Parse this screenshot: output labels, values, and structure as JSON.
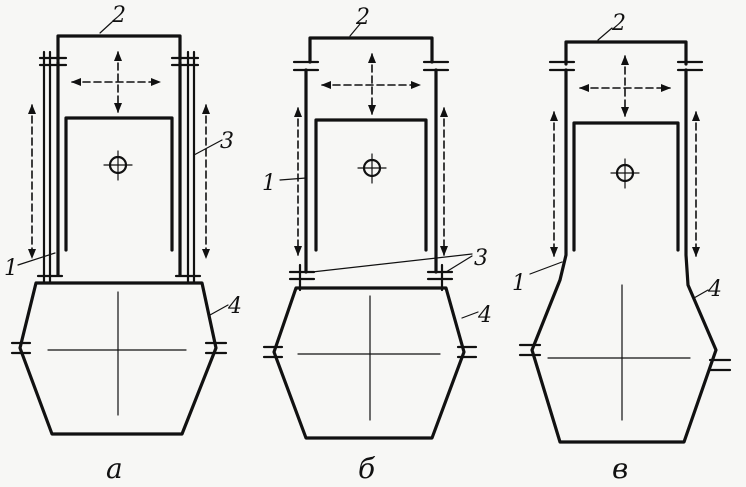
{
  "figures": [
    {
      "caption": "а",
      "labels": {
        "cylinder": "1",
        "head": "2",
        "bolts": "3",
        "crankcase": "4"
      }
    },
    {
      "caption": "б",
      "labels": {
        "cylinder": "1",
        "head": "2",
        "bolts": "3",
        "crankcase": "4"
      }
    },
    {
      "caption": "в",
      "labels": {
        "cylinder": "1",
        "head": "2",
        "crankcase": "4"
      }
    }
  ]
}
